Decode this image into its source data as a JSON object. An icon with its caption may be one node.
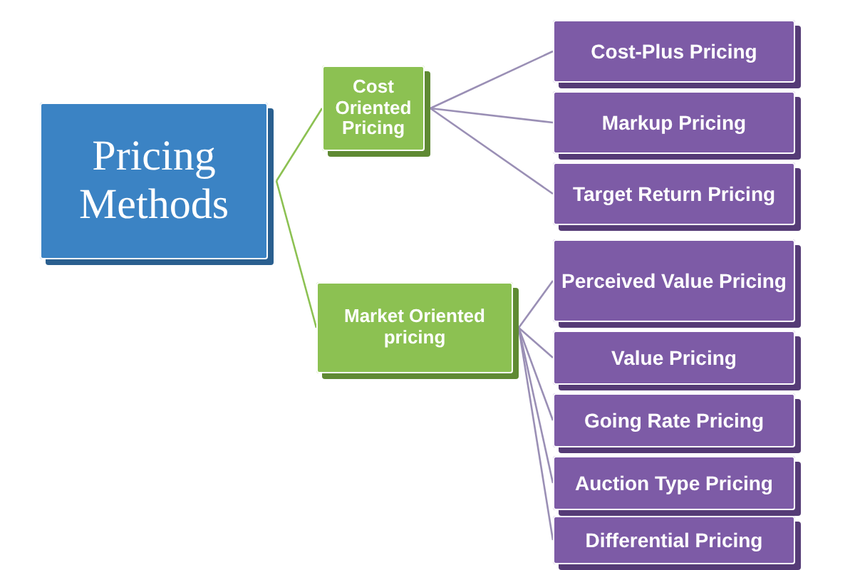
{
  "diagram": {
    "nodes": [
      {
        "text": [
          "Pricing Methods"
        ]
      },
      {
        "text": [
          "Cost Oriented Pricing"
        ]
      },
      {
        "text": [
          "Market Oriented pricing"
        ]
      },
      {
        "text": [
          "Cost-Plus Pricing"
        ]
      },
      {
        "text": [
          "Markup Pricing"
        ]
      },
      {
        "text": [
          "Target Return Pricing"
        ]
      },
      {
        "text": [
          "Perceived Value Pricing"
        ]
      },
      {
        "text": [
          "Value Pricing"
        ]
      },
      {
        "text": [
          "Going Rate Pricing"
        ]
      },
      {
        "text": [
          "Auction Type Pricing"
        ]
      },
      {
        "text": [
          "Differential Pricing"
        ]
      }
    ],
    "edges": [
      {
        "from": 0,
        "to": 1,
        "arrow": "none",
        "color": "#8cc152"
      },
      {
        "from": 0,
        "to": 2,
        "arrow": "none",
        "color": "#8cc152"
      },
      {
        "from": 1,
        "to": 3,
        "arrow": "none"
      },
      {
        "from": 1,
        "to": 4,
        "arrow": "none"
      },
      {
        "from": 1,
        "to": 5,
        "arrow": "none"
      },
      {
        "from": 2,
        "to": 6,
        "arrow": "none"
      },
      {
        "from": 2,
        "to": 7,
        "arrow": "none"
      },
      {
        "from": 2,
        "to": 8,
        "arrow": "none"
      },
      {
        "from": 2,
        "to": 9,
        "arrow": "none"
      },
      {
        "from": 2,
        "to": 10,
        "arrow": "none"
      }
    ]
  }
}
